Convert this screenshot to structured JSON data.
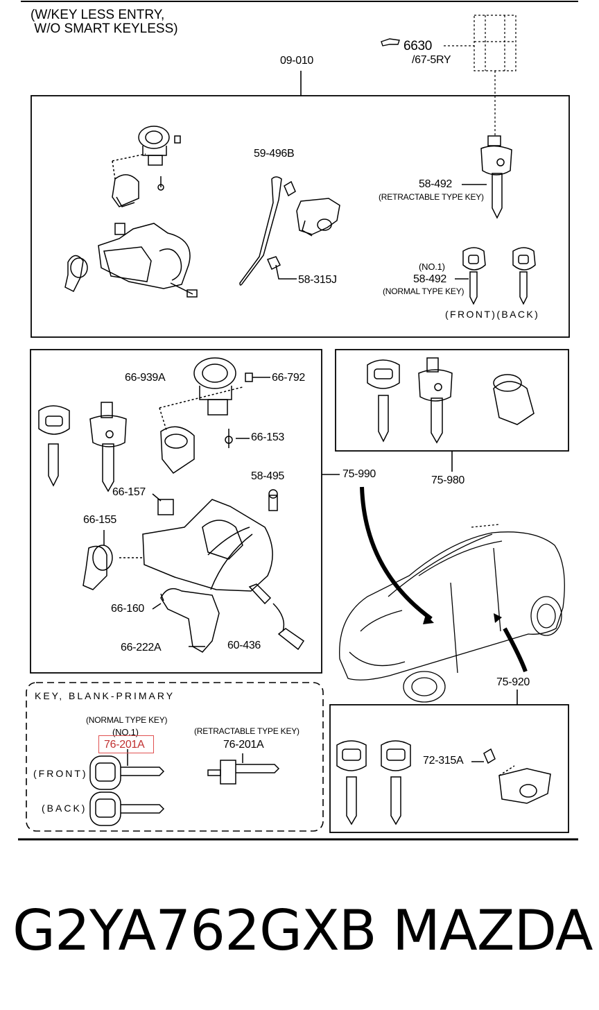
{
  "heading": "(W/KEY LESS ENTRY,\n W/O SMART KEYLESS)",
  "ref_6630": "6630",
  "ref_675ry": "/67-5RY",
  "ref_09010": "09-010",
  "ref_59496b": "59-496B",
  "ref_58492_ret": "58-492",
  "ret_type_key_caps": "(RETRACTABLE TYPE KEY)",
  "ref_no1_a": "(NO.1)",
  "ref_58492_norm": "58-492",
  "normal_type_key_caps": "(NORMAL TYPE KEY)",
  "ref_58315j": "58-315J",
  "front_back": "(FRONT)(BACK)",
  "ref_66939a": "66-939A",
  "ref_66792": "66-792",
  "ref_66153": "66-153",
  "ref_58495": "58-495",
  "ref_66157": "66-157",
  "ref_66155": "66-155",
  "ref_66160": "66-160",
  "ref_66222a": "66-222A",
  "ref_60436": "60-436",
  "ref_75990": "75-990",
  "ref_75980": "75-980",
  "ref_75920": "75-920",
  "key_blank_title": "KEY, BLANK-PRIMARY",
  "normal_type_key": "(NORMAL TYPE KEY)",
  "no1_b": "(NO.1)",
  "ref_76201a_norm": "76-201A",
  "retractable_type_key": "(RETRACTABLE TYPE KEY)",
  "ref_76201a_ret": "76-201A",
  "front_label": "(FRONT)",
  "back_label": "(BACK)",
  "ref_72315a": "72-315A",
  "part_number": "G2YA762GXB",
  "brand": "MAZDA",
  "colors": {
    "ink": "#000000",
    "highlight": "#e05050",
    "paper": "#ffffff"
  }
}
